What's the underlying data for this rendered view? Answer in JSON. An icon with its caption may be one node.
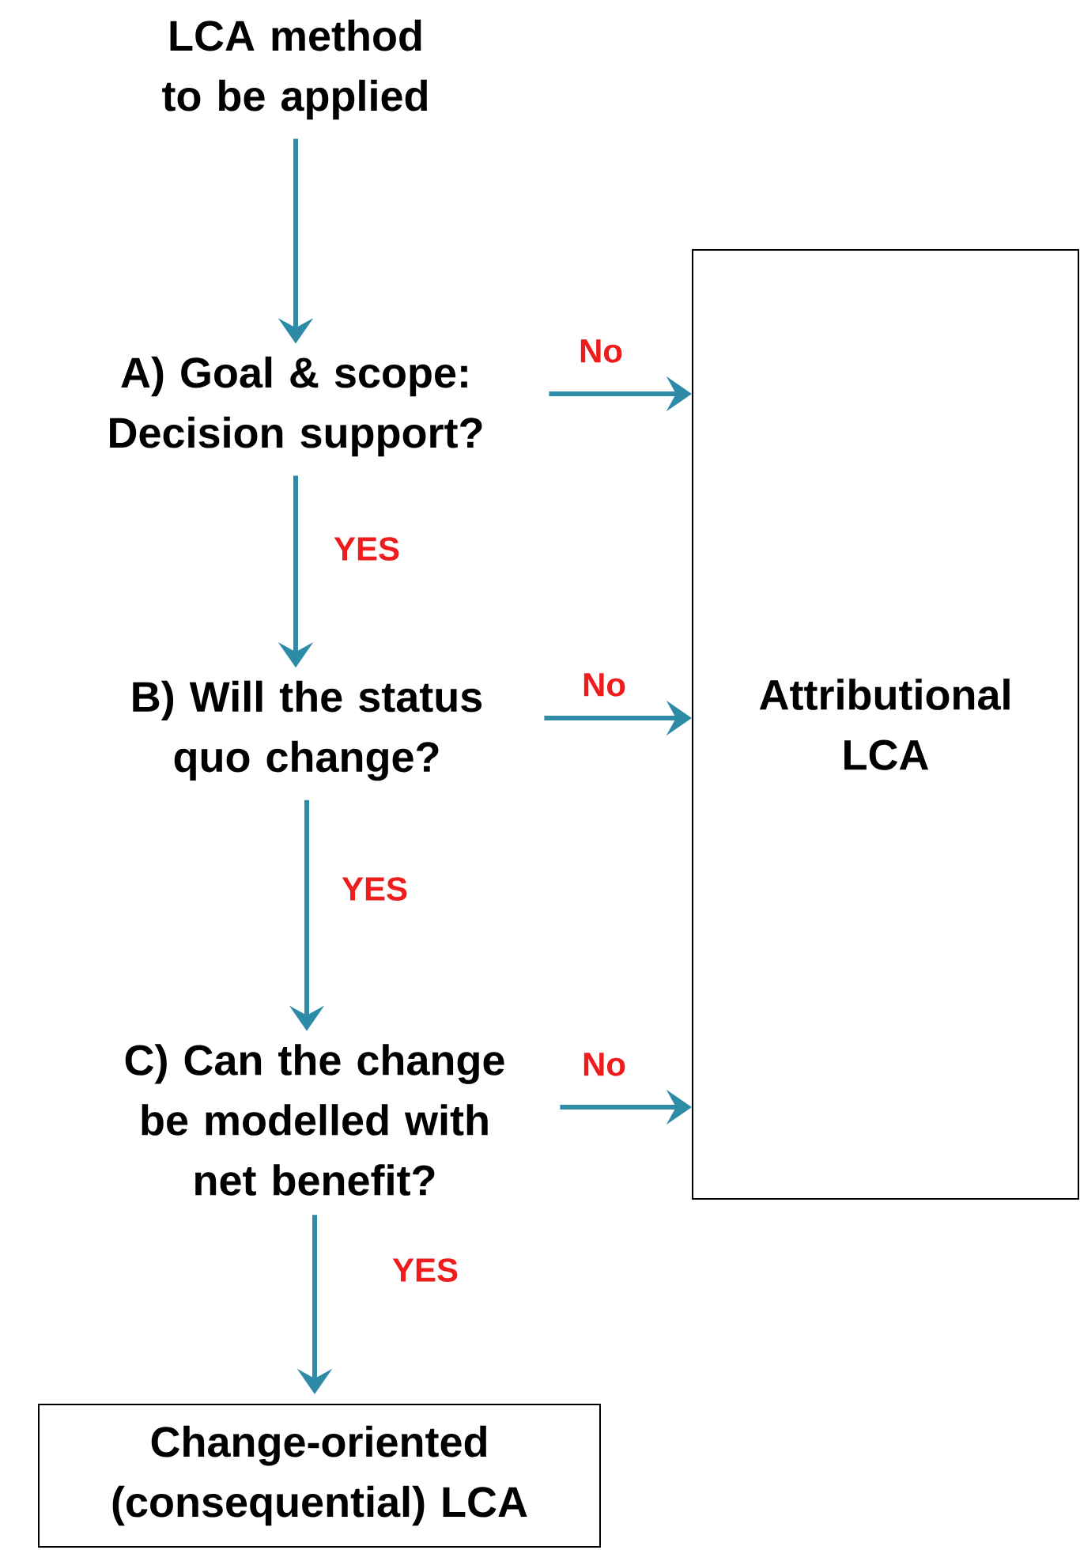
{
  "diagram": {
    "nodes": [
      {
        "text": [
          "LCA method to be applied"
        ]
      },
      {
        "text": [
          "A) Goal & scope: Decision support?"
        ]
      },
      {
        "text": [
          "B) Will the status quo change?"
        ]
      },
      {
        "text": [
          "C) Can the change be modelled with net benefit?"
        ]
      },
      {
        "text": [
          "Attributional LCA"
        ]
      },
      {
        "text": [
          "Change-oriented (consequential) LCA"
        ]
      }
    ],
    "edges": [
      {
        "from": 0,
        "to": 1,
        "arrow": "to"
      },
      {
        "from": 1,
        "to": 4,
        "arrow": "to",
        "label": "No"
      },
      {
        "from": 1,
        "to": 2,
        "arrow": "to",
        "label": "YES"
      },
      {
        "from": 2,
        "to": 4,
        "arrow": "to",
        "label": "No"
      },
      {
        "from": 2,
        "to": 3,
        "arrow": "to",
        "label": "YES"
      },
      {
        "from": 3,
        "to": 4,
        "arrow": "to",
        "label": "No"
      },
      {
        "from": 3,
        "to": 5,
        "arrow": "to",
        "label": "YES"
      }
    ]
  }
}
